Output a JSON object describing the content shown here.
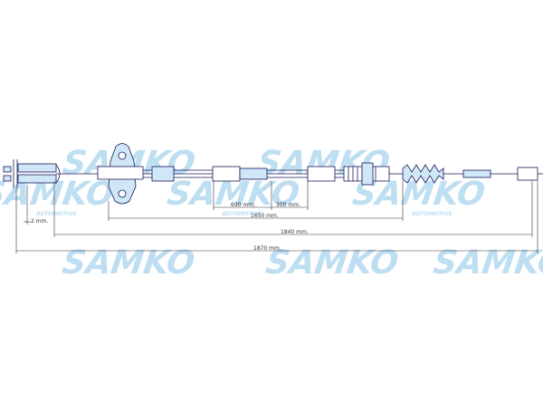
{
  "watermark": {
    "brand": "SAMKO",
    "tagline": "AUTOMOTIVE",
    "color": "#a9d3ee"
  },
  "dimensions": {
    "small": "2 mm.",
    "d690": "690 mm.",
    "d300": "300 mm.",
    "d1650": "1650 mm.",
    "d1840": "1840 mm.",
    "d1870": "1870 mm."
  },
  "colors": {
    "line": "#1a1a5a",
    "fill": "#cfe7f6",
    "dim": "#333333"
  }
}
